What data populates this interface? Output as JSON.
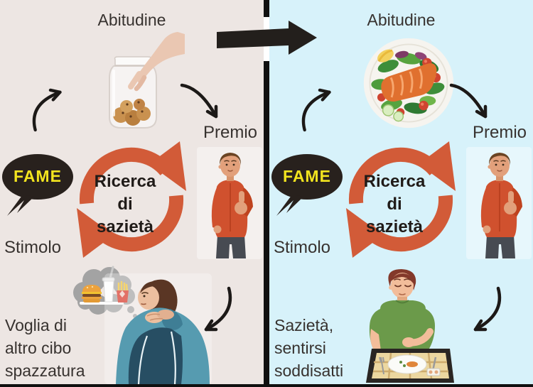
{
  "colors": {
    "left_bg": "#ede6e3",
    "right_bg": "#d7f2fa",
    "divider": "#101010",
    "bottom_bar": "#101010",
    "cycle_arrow": "#d25b38",
    "fame_bubble": "#28211d",
    "fame_text": "#f2e41f",
    "label_text": "#37322f",
    "cycle_text": "#201b18",
    "hand_arrow": "#1c1917",
    "transfer_arrow": "#231f1c"
  },
  "left_panel": {
    "habit_label": "Abitudine",
    "habit_image": "hand-reaching-into-cookie-jar",
    "reward_label": "Premio",
    "reward_image": "man-giving-thumbs-up",
    "trigger_label": "FAME",
    "cycle_text_lines": [
      "Ricerca",
      "di",
      "sazietà"
    ],
    "stimulus_label": "Stimolo",
    "outcome_lines": [
      "Voglia di",
      "altro cibo",
      "spazzatura"
    ],
    "outcome_image": "man-craving-junk-food"
  },
  "right_panel": {
    "habit_label": "Abitudine",
    "habit_image": "salmon-salad-plate",
    "reward_label": "Premio",
    "reward_image": "man-giving-thumbs-up",
    "trigger_label": "FAME",
    "cycle_text_lines": [
      "Ricerca",
      "di",
      "sazietà"
    ],
    "stimulus_label": "Stimolo",
    "outcome_lines": [
      "Sazietà,",
      "sentirsi",
      "soddisatti"
    ],
    "outcome_image": "man-satisfied-after-meal"
  }
}
